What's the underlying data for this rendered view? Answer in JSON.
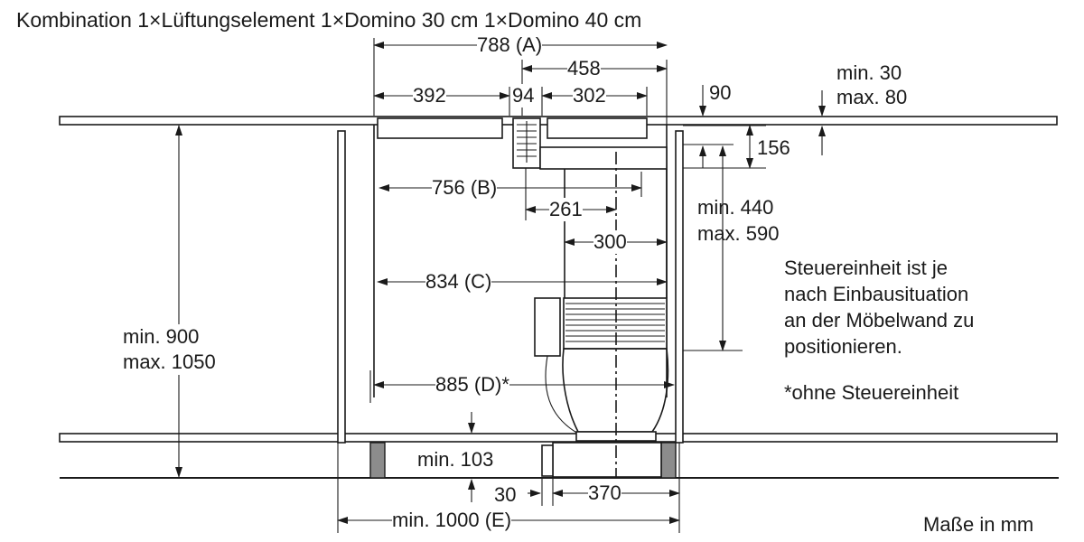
{
  "title": "Kombination 1×Lüftungselement 1×Domino 30 cm 1×Domino 40 cm",
  "dimensions": {
    "a": "788 (A)",
    "w458": "458",
    "w392": "392",
    "w94": "94",
    "w302": "302",
    "h90": "90",
    "worktop": "min. 30\nmax. 80",
    "h156": "156",
    "b": "756 (B)",
    "w261": "261",
    "w300": "300",
    "h440": "min. 440\nmax. 590",
    "c": "834 (C)",
    "height": "min. 900\nmax. 1050",
    "d": "885 (D)*",
    "h103": "min. 103",
    "w30": "30",
    "w370": "370",
    "e": "min. 1000 (E)"
  },
  "notes": {
    "control_unit": "Steuereinheit ist je\nnach Einbausituation\nan der Möbelwand zu\npositionieren.",
    "footnote": "*ohne Steuereinheit",
    "units": "Maße in mm"
  }
}
